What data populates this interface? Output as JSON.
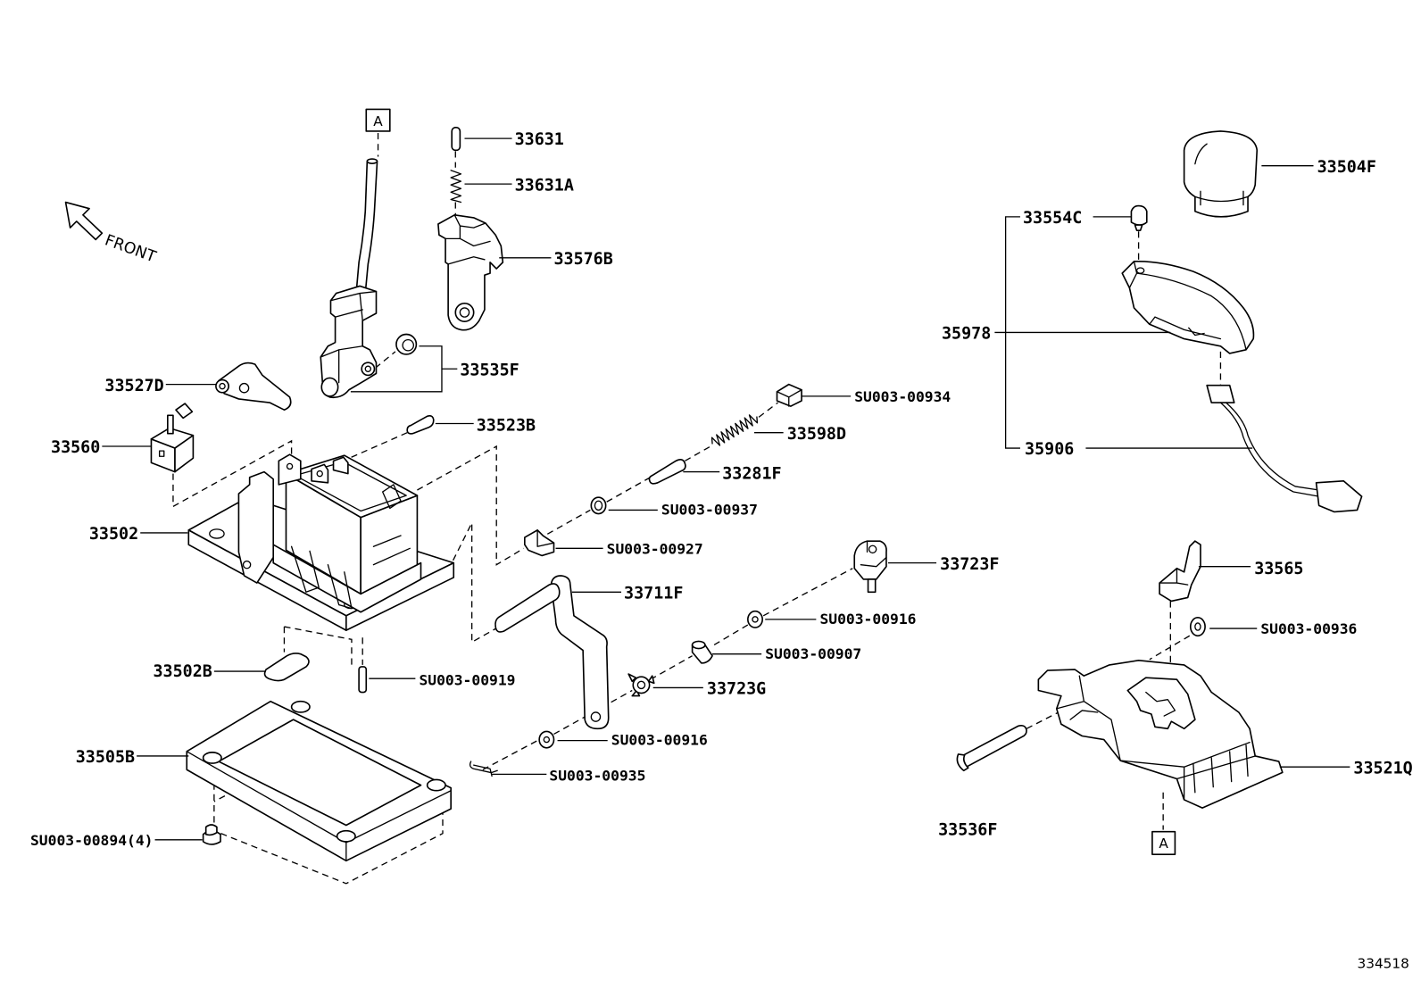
{
  "diagram": {
    "ref_mark_top": "A",
    "ref_mark_bottom": "A",
    "direction_label": "FRONT",
    "figure_number": "334518",
    "callouts": [
      "33631",
      "33631A",
      "33576B",
      "33504F",
      "33554C",
      "35978",
      "35906",
      "33527D",
      "33535F",
      "33560",
      "33523B",
      "SU003-00934",
      "33598D",
      "33281F",
      "33502",
      "SU003-00937",
      "SU003-00927",
      "33723F",
      "33711F",
      "SU003-00916",
      "SU003-00907",
      "33565",
      "SU003-00936",
      "33502B",
      "SU003-00919",
      "33723G",
      "33505B",
      "SU003-00916",
      "SU003-00935",
      "33521Q",
      "SU003-00894(4)",
      "33536F"
    ]
  }
}
